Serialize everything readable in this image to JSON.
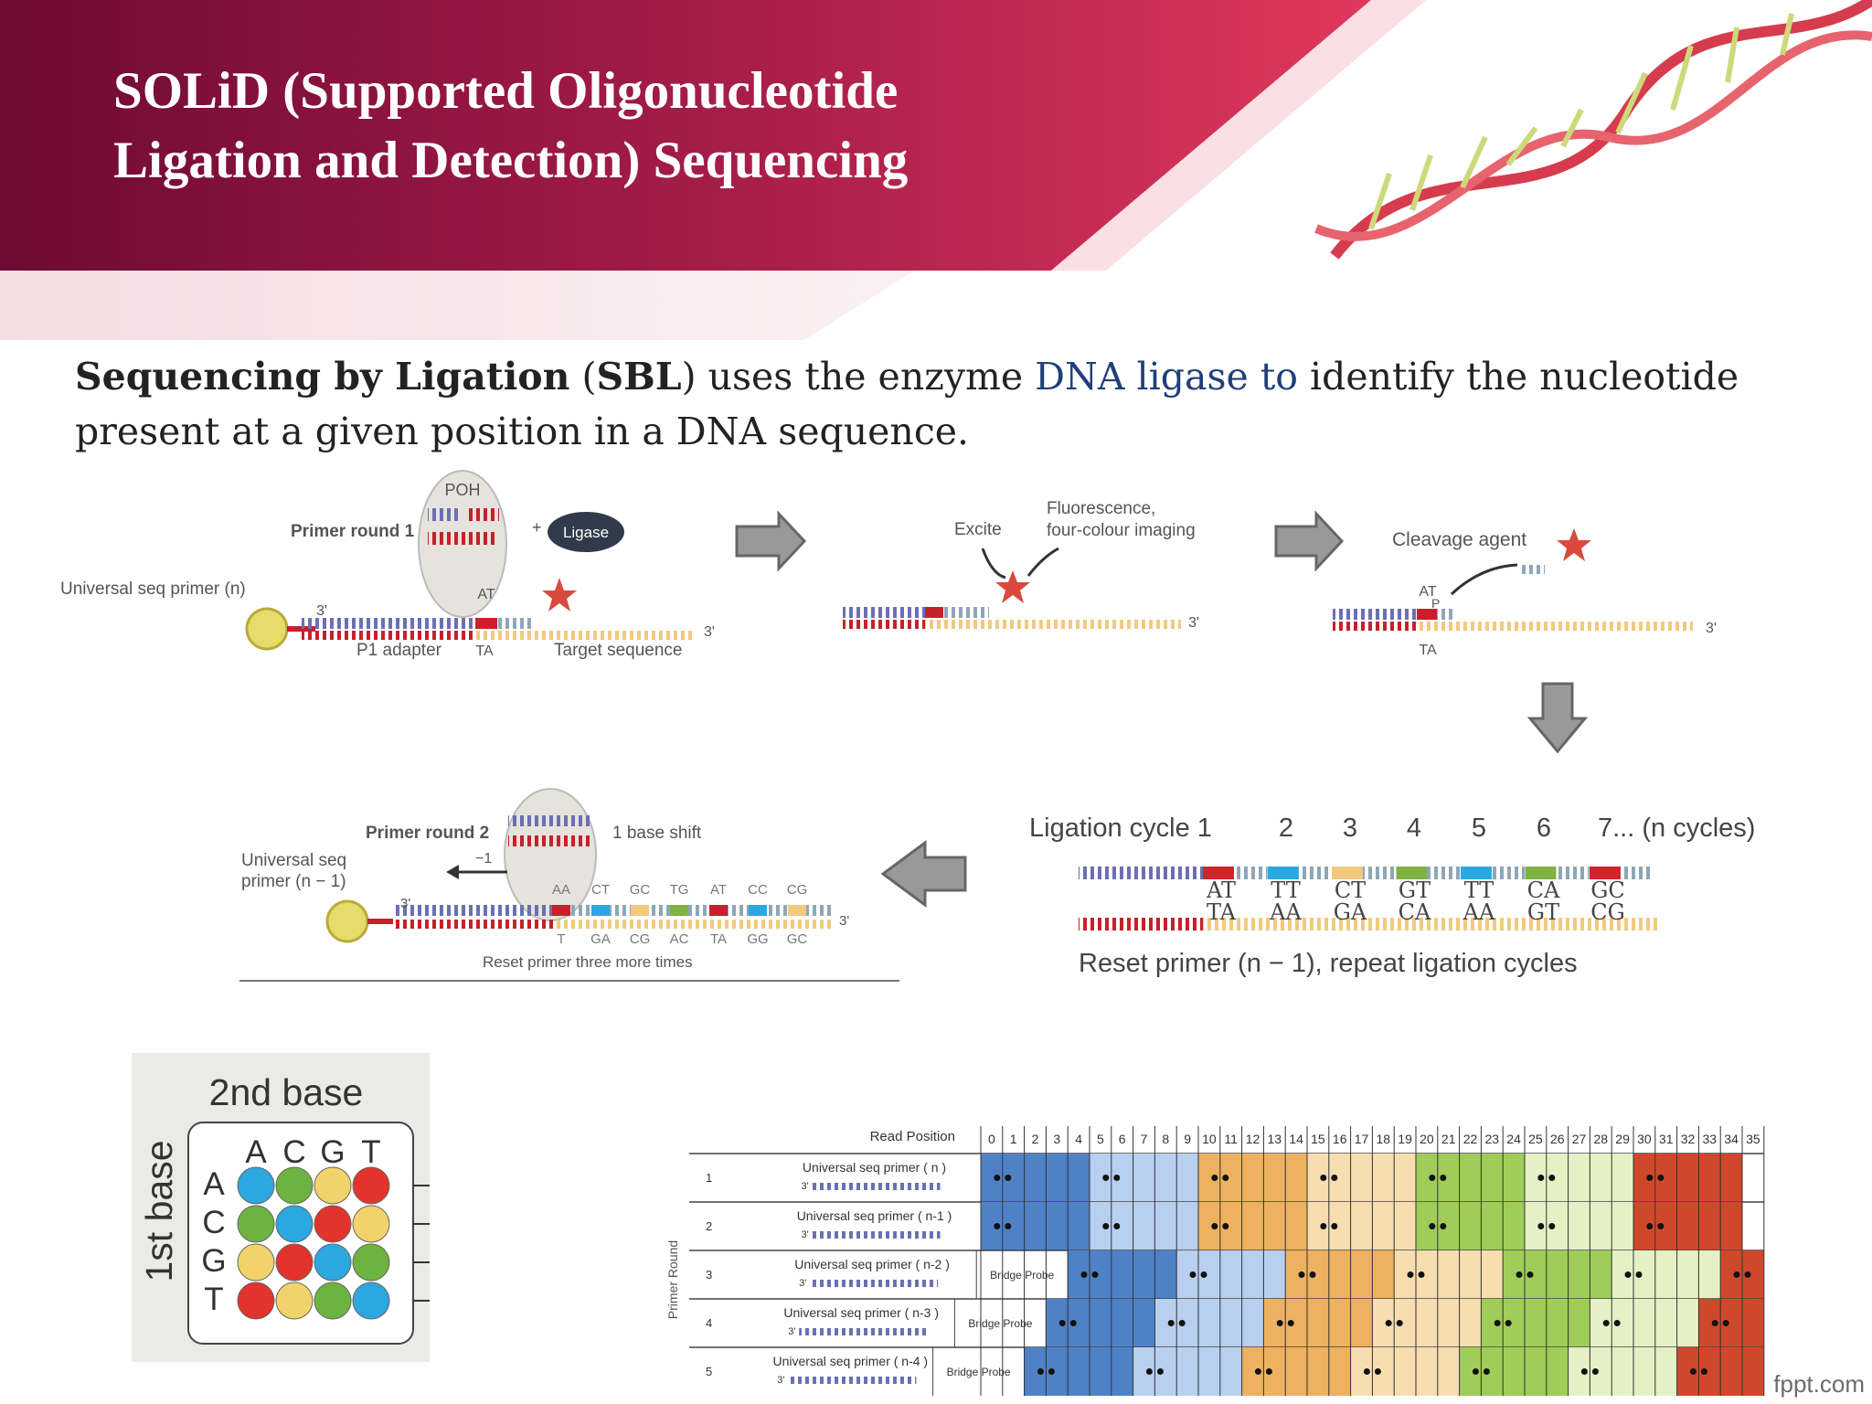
{
  "slide": {
    "title_line1": "SOLiD (Supported Oligonucleotide",
    "title_line2": "Ligation and Detection) Sequencing"
  },
  "intro": {
    "bold1": "Sequencing by Ligation",
    "paren_open": " (",
    "bold2": "SBL",
    "text1": ") uses the enzyme ",
    "highlight": "DNA ligase to",
    "text2": " identify the nucleotide present at a given position in a DNA sequence."
  },
  "step1": {
    "primer_round": "Primer round 1",
    "poh": "POH",
    "plus": "+",
    "ligase": "Ligase",
    "universal_primer": "Universal seq primer (n)",
    "at": "AT",
    "ta": "TA",
    "p1_adapter": "P1 adapter",
    "target_sequence": "Target sequence",
    "three_prime_a": "3'",
    "three_prime_b": "3'"
  },
  "step2": {
    "excite": "Excite",
    "fluorescence_line1": "Fluorescence,",
    "fluorescence_line2": "four-colour imaging",
    "three_prime": "3'"
  },
  "step3": {
    "cleavage_agent": "Cleavage agent",
    "at": "AT",
    "ta": "TA",
    "p": "P",
    "three_prime": "3'"
  },
  "ligation_cycles": {
    "label": "Ligation cycle 1",
    "numbers": [
      "2",
      "3",
      "4",
      "5",
      "6"
    ],
    "last": "7... (n cycles)",
    "top_pairs": [
      "AT",
      "TT",
      "CT",
      "GT",
      "TT",
      "CA",
      "GC"
    ],
    "bottom_pairs": [
      "TA",
      "AA",
      "GA",
      "CA",
      "AA",
      "GT",
      "CG"
    ],
    "reset": "Reset primer (n − 1), repeat ligation cycles",
    "colors": [
      "#d2232a",
      "#29a9e0",
      "#f3c97f",
      "#7fb341",
      "#29a9e0",
      "#7fb341",
      "#d2232a"
    ]
  },
  "step4": {
    "primer_round": "Primer round 2",
    "base_shift": "1 base shift",
    "minus_one": "−1",
    "universal_line1": "Universal seq",
    "universal_line2": "primer (n − 1)",
    "top_pairs": [
      "AA",
      "CT",
      "GC",
      "TG",
      "AT",
      "CC",
      "CG"
    ],
    "bottom_pairs": [
      "T",
      "GA",
      "CG",
      "AC",
      "TA",
      "GG",
      "GC"
    ],
    "reset_text": "Reset primer three more times",
    "three_prime_a": "3'",
    "three_prime_b": "3'"
  },
  "color_matrix": {
    "header": "2nd base",
    "side": "1st base",
    "columns": [
      "A",
      "C",
      "G",
      "T"
    ],
    "rows": [
      "A",
      "C",
      "G",
      "T"
    ],
    "cells": [
      [
        "blue",
        "green",
        "yellow",
        "red"
      ],
      [
        "green",
        "blue",
        "red",
        "yellow"
      ],
      [
        "yellow",
        "red",
        "blue",
        "green"
      ],
      [
        "red",
        "yellow",
        "green",
        "blue"
      ]
    ],
    "palette": {
      "blue": "#2ca7df",
      "green": "#6db33f",
      "yellow": "#f2d26a",
      "red": "#e2342d"
    }
  },
  "read_table": {
    "header_label": "Read Position",
    "side_label": "Primer Round",
    "positions": [
      "0",
      "1",
      "2",
      "3",
      "4",
      "5",
      "6",
      "7",
      "8",
      "9",
      "10",
      "11",
      "12",
      "13",
      "14",
      "15",
      "16",
      "17",
      "18",
      "19",
      "20",
      "21",
      "22",
      "23",
      "24",
      "25",
      "26",
      "27",
      "28",
      "29",
      "30",
      "31",
      "32",
      "33",
      "34",
      "35"
    ],
    "rows": [
      {
        "num": "1",
        "primer": "Universal seq primer ( n )",
        "bridge": "",
        "start": 0
      },
      {
        "num": "2",
        "primer": "Universal seq primer ( n-1 )",
        "bridge": "",
        "start": 0
      },
      {
        "num": "3",
        "primer": "Universal seq primer ( n-2 )",
        "bridge": "Bridge Probe",
        "start": 4
      },
      {
        "num": "4",
        "primer": "Universal seq primer ( n-3 )",
        "bridge": "Bridge Probe",
        "start": 3
      },
      {
        "num": "5",
        "primer": "Universal seq primer ( n-4 )",
        "bridge": "Bridge Probe",
        "start": 2
      }
    ],
    "primer_strand": "3'",
    "band_colors": [
      "#4f81c7",
      "#b8cff0",
      "#eeb15f",
      "#f7ddb0",
      "#9fcd58",
      "#e5f1c4",
      "#d0482b"
    ]
  },
  "footer": "fppt.com"
}
